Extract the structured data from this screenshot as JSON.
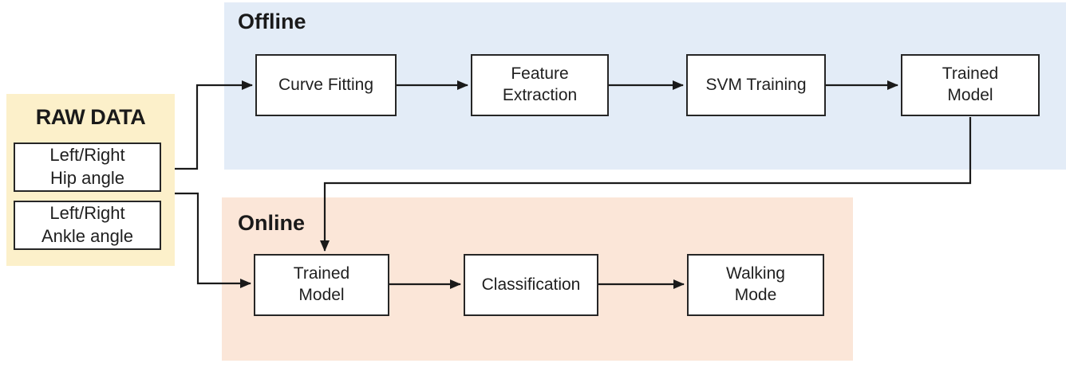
{
  "colors": {
    "offline_bg": "#e3ecf7",
    "online_bg": "#fbe6d8",
    "raw_data_bg": "#fcf0ca",
    "box_border": "#262626",
    "connector": "#1a1a1a"
  },
  "raw_data": {
    "title": "RAW DATA",
    "inputs": [
      {
        "label": "Left/Right\nHip angle"
      },
      {
        "label": "Left/Right\nAnkle angle"
      }
    ]
  },
  "offline": {
    "title": "Offline",
    "steps": [
      {
        "label": "Curve Fitting"
      },
      {
        "label": "Feature\nExtraction"
      },
      {
        "label": "SVM Training"
      },
      {
        "label": "Trained\nModel"
      }
    ]
  },
  "online": {
    "title": "Online",
    "steps": [
      {
        "label": "Trained\nModel"
      },
      {
        "label": "Classification"
      },
      {
        "label": "Walking\nMode"
      }
    ]
  }
}
